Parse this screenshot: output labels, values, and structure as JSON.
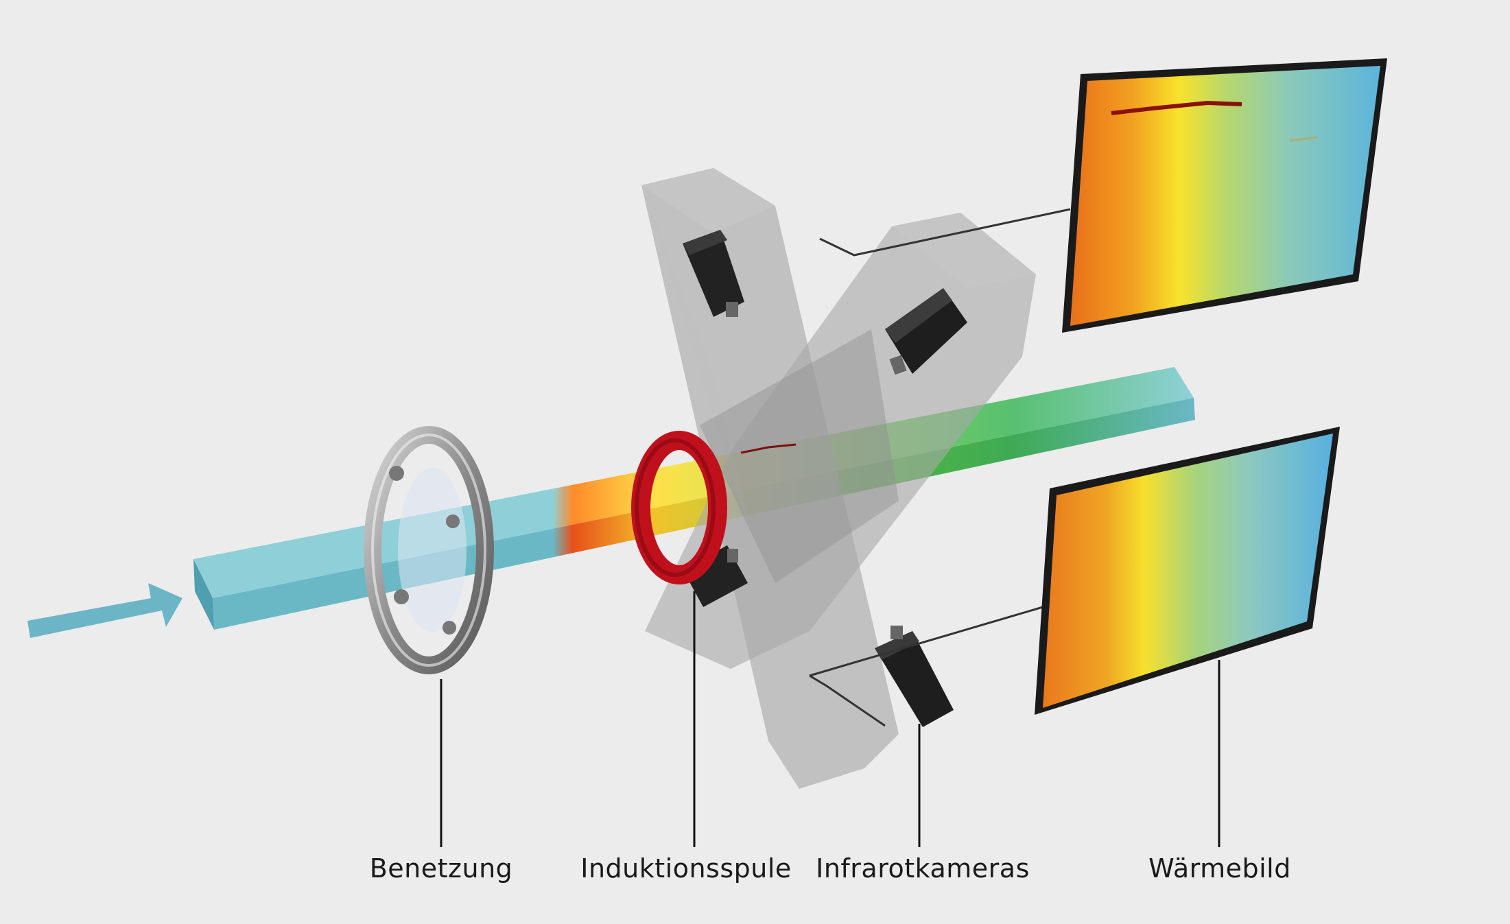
{
  "labels": {
    "wetting": "Benetzung",
    "coil": "Induktionsspule",
    "cameras": "Infrarotkameras",
    "thermal_image": "Wärmebild"
  },
  "colors": {
    "background": "#ececec",
    "bar_cold": "#78c3cd",
    "arrow": "#6bb5c6",
    "coil": "#c0101c",
    "ring": "#9a9a9a",
    "housing": "#a8a8a8",
    "camera": "#222222",
    "screen_frame": "#1a1a1a",
    "leader": "#111111"
  }
}
